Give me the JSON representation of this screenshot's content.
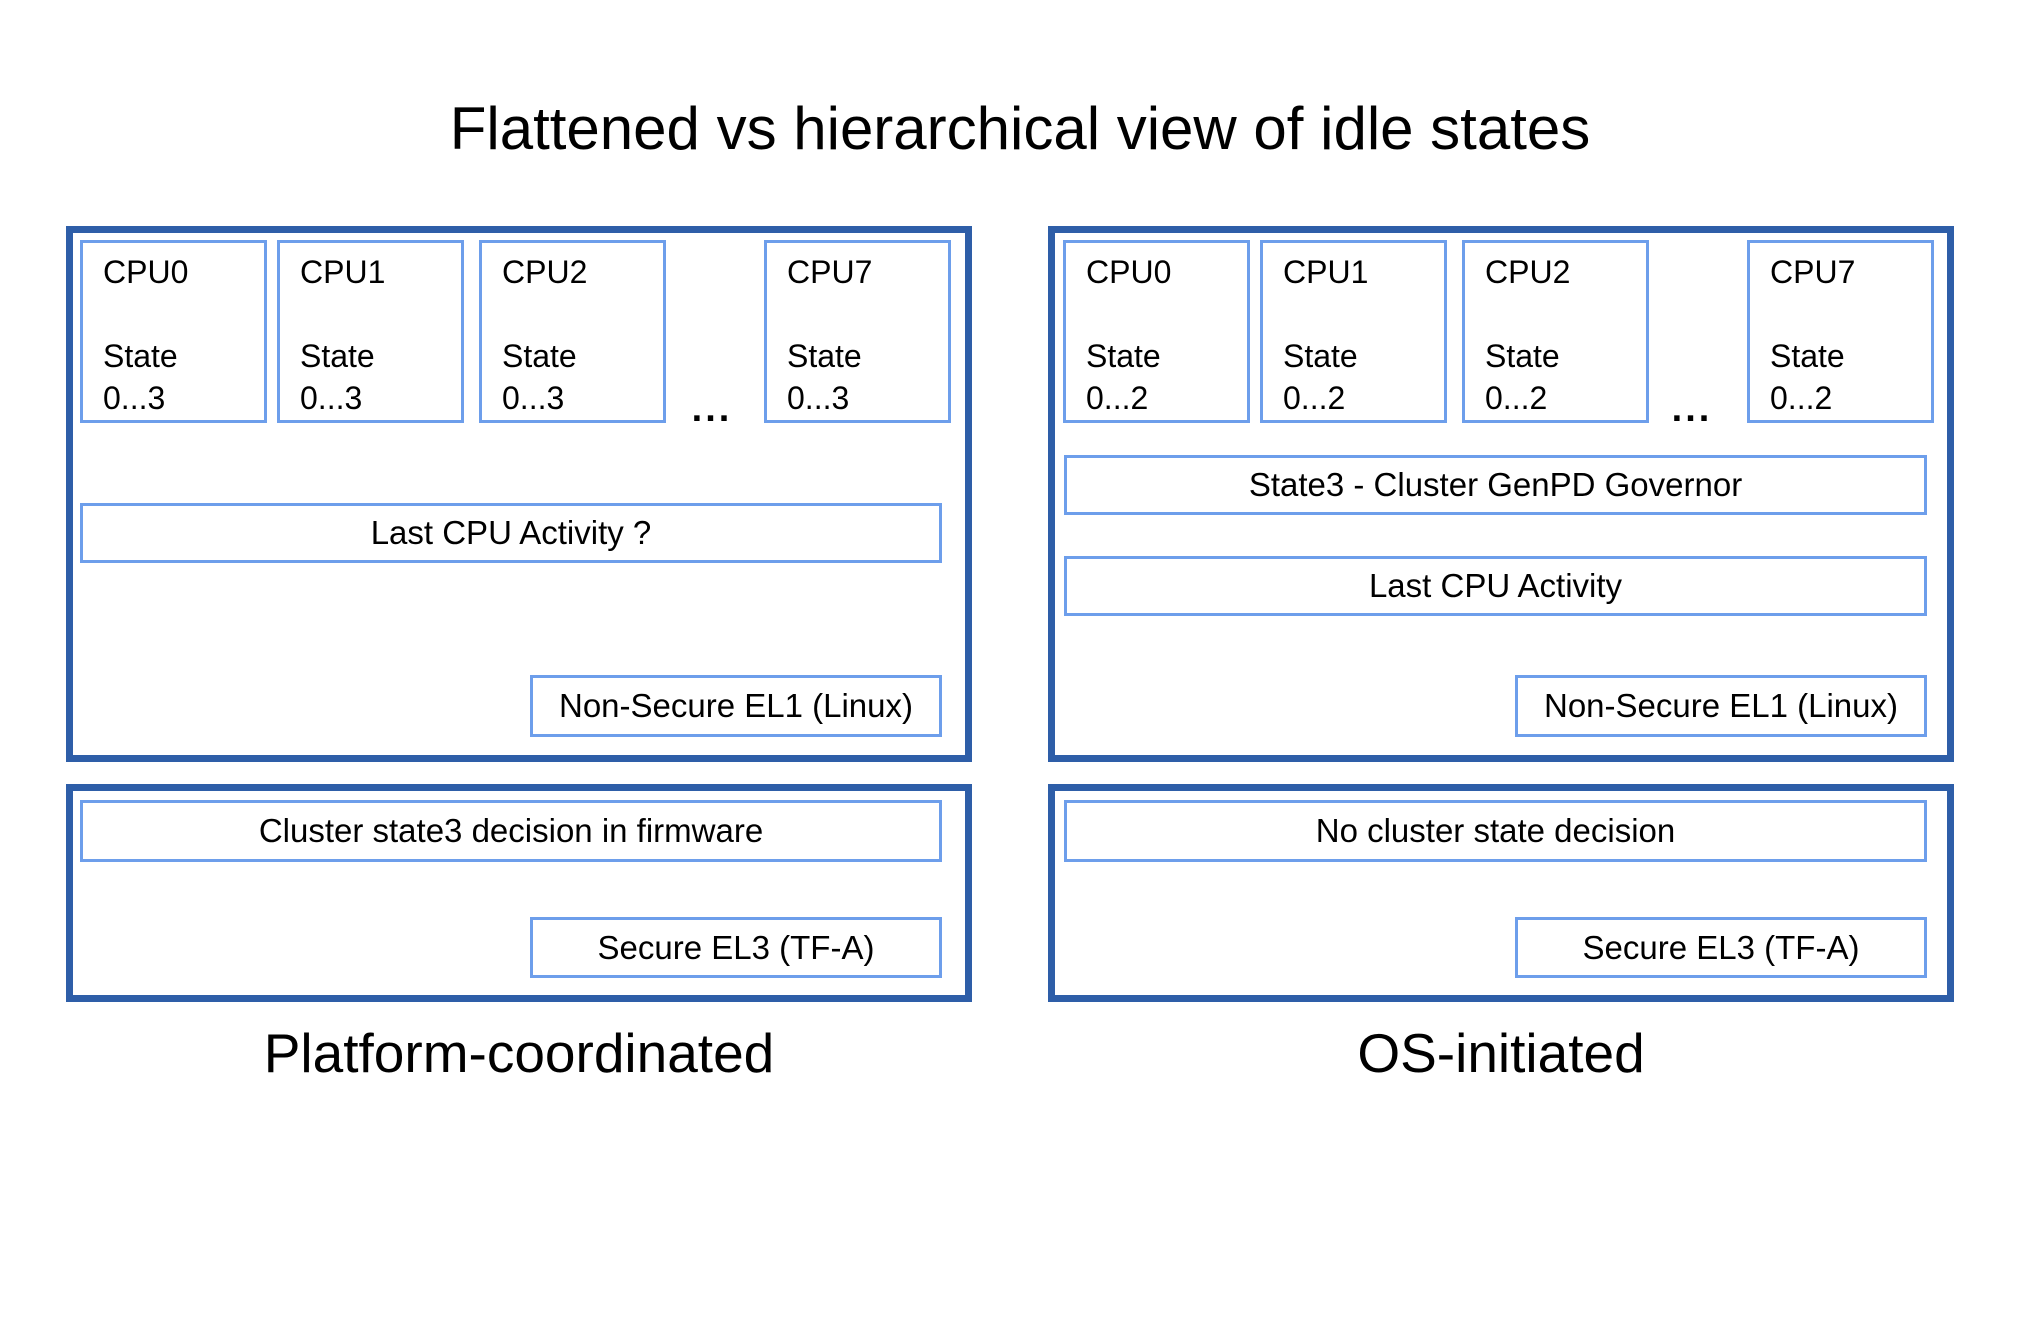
{
  "title": "Flattened vs hierarchical view of idle states",
  "colors": {
    "panel_border": "#2e5ea8",
    "box_border": "#6d9eeb",
    "background": "#ffffff",
    "text": "#000000"
  },
  "left": {
    "caption": "Platform-coordinated",
    "ellipsis": "...",
    "cpus": [
      {
        "name": "CPU0",
        "state_label": "State",
        "state_range": "0...3"
      },
      {
        "name": "CPU1",
        "state_label": "State",
        "state_range": "0...3"
      },
      {
        "name": "CPU2",
        "state_label": "State",
        "state_range": "0...3"
      },
      {
        "name": "CPU7",
        "state_label": "State",
        "state_range": "0...3"
      }
    ],
    "last_cpu_activity": "Last CPU Activity ?",
    "non_secure": "Non-Secure EL1 (Linux)",
    "cluster_decision": "Cluster state3 decision in firmware",
    "secure": "Secure EL3 (TF-A)"
  },
  "right": {
    "caption": "OS-initiated",
    "ellipsis": "...",
    "cpus": [
      {
        "name": "CPU0",
        "state_label": "State",
        "state_range": "0...2"
      },
      {
        "name": "CPU1",
        "state_label": "State",
        "state_range": "0...2"
      },
      {
        "name": "CPU2",
        "state_label": "State",
        "state_range": "0...2"
      },
      {
        "name": "CPU7",
        "state_label": "State",
        "state_range": "0...2"
      }
    ],
    "governor": "State3 - Cluster GenPD Governor",
    "last_cpu_activity": "Last CPU Activity",
    "non_secure": "Non-Secure EL1 (Linux)",
    "no_cluster_decision": "No cluster state decision",
    "secure": "Secure EL3 (TF-A)"
  }
}
